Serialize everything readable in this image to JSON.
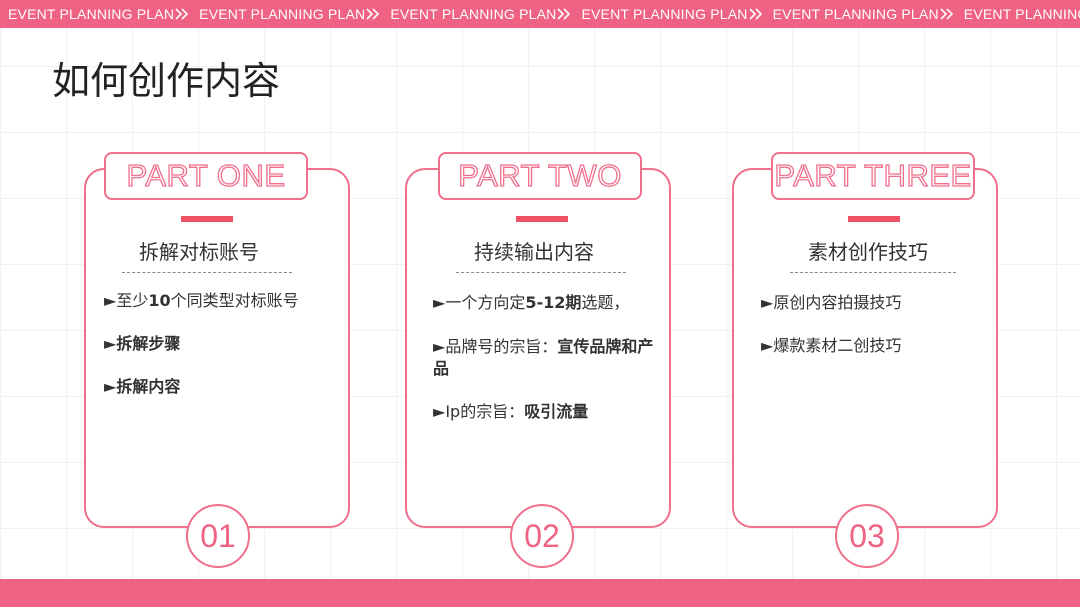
{
  "banner": {
    "items": [
      "EVENT PLANNING PLAN",
      "EVENT PLANNING PLAN",
      "EVENT PLANNING PLAN",
      "EVENT PLANNING PLAN",
      "EVENT PLANNING PLAN",
      "EVENT PLANNING PLAN"
    ]
  },
  "title": "如何创作内容",
  "colors": {
    "accent": "#f06283",
    "border": "#ef6f8c",
    "bar": "#f05165"
  },
  "cards": [
    {
      "tag": "PART ONE",
      "subtitle": "拆解对标账号",
      "number": "01",
      "items": [
        {
          "arrow": "►",
          "text": "至少",
          "bold": "10",
          "rest": "个同类型对标账号"
        },
        {
          "arrow": "►",
          "bold": "拆解步骤"
        },
        {
          "arrow": "►",
          "bold": "拆解内容"
        }
      ]
    },
    {
      "tag": "PART TWO",
      "subtitle": "持续输出内容",
      "number": "02",
      "items": [
        {
          "arrow": "►",
          "text": "一个方向定",
          "bold": "5-12期",
          "rest": "选题，"
        },
        {
          "arrow": "►",
          "text": "品牌号的宗旨：",
          "bold": "宣传品牌和产品"
        },
        {
          "arrow": "►",
          "text": "Ip的宗旨：",
          "bold": "吸引流量"
        }
      ]
    },
    {
      "tag": "PART THREE",
      "subtitle": "素材创作技巧",
      "number": "03",
      "items": [
        {
          "arrow": "►",
          "text": "原创内容拍摄技巧"
        },
        {
          "arrow": "►",
          "text": "爆款素材二创技巧"
        }
      ]
    }
  ]
}
